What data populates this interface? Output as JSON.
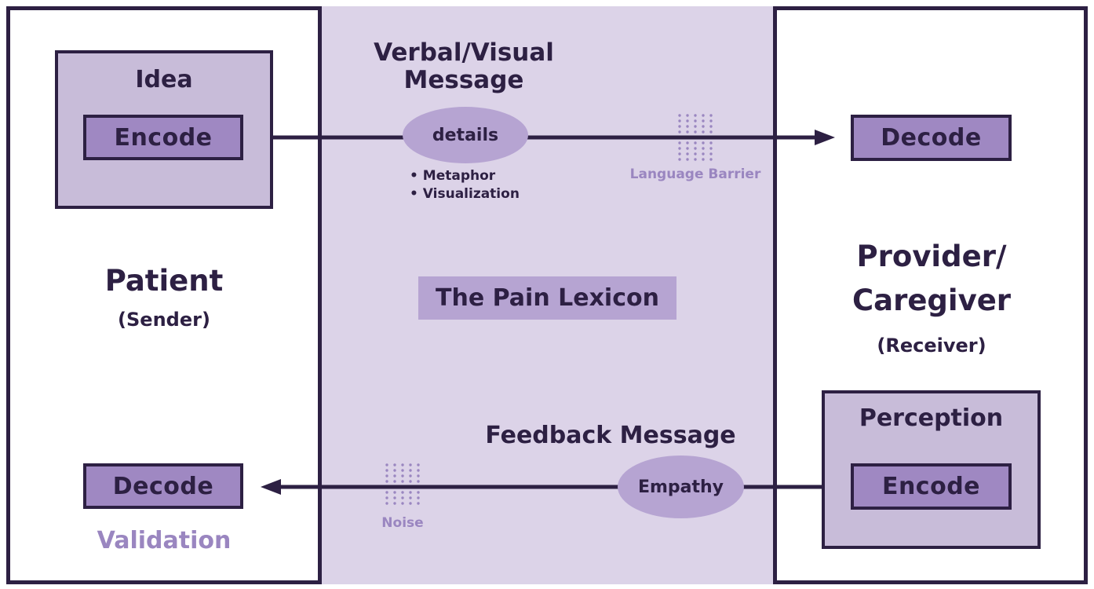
{
  "sender": {
    "group_label": "Idea",
    "encode_label": "Encode",
    "title": "Patient",
    "subtitle": "(Sender)",
    "decode_label": "Decode",
    "validation_label": "Validation"
  },
  "channel": {
    "message_title_line1": "Verbal/Visual",
    "message_title_line2": "Message",
    "details_label": "details",
    "bullets": [
      "• Metaphor",
      "• Visualization"
    ],
    "barrier_label": "Language Barrier",
    "lexicon_label": "The Pain Lexicon",
    "feedback_title": "Feedback Message",
    "empathy_label": "Empathy",
    "noise_label": "Noise"
  },
  "receiver": {
    "decode_label": "Decode",
    "title_line1": "Provider/",
    "title_line2": "Caregiver",
    "subtitle": "(Receiver)",
    "group_label": "Perception",
    "encode_label": "Encode"
  },
  "colors": {
    "dark": "#2d2043",
    "panel": "#dcd3e8",
    "group": "#c8bcd9",
    "box": "#9f88c2",
    "ellipse": "#b6a4d2",
    "muted": "#9a86c0"
  }
}
